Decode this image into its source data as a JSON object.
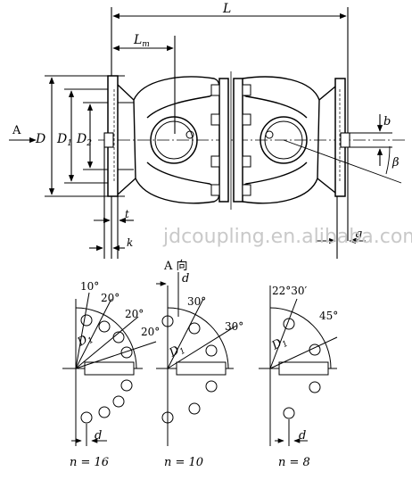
{
  "watermark": "jdcoupling.en.alibaba.com",
  "main_view": {
    "dim_L": "L",
    "dim_Lm": "Lm",
    "dim_Lm_base": "L",
    "dim_Lm_sub": "m",
    "dim_D": "D",
    "dim_D1": "D1",
    "dim_D1_base": "D",
    "dim_D1_sub": "1",
    "dim_D2": "D2",
    "dim_D2_base": "D",
    "dim_D2_sub": "2",
    "dim_t": "t",
    "dim_k": "k",
    "dim_b": "b",
    "dim_beta": "β",
    "dim_g": "g",
    "view_arrow_label": "A"
  },
  "direction_label": "A 向",
  "flange_views": [
    {
      "n_label": "n = 16",
      "angles": [
        "10°",
        "20°",
        "20°",
        "20°"
      ],
      "pcd_label": "D1",
      "pcd_base": "D",
      "pcd_sub": "1",
      "hole_label": "d"
    },
    {
      "n_label": "n = 10",
      "angles": [
        "30°",
        "30°"
      ],
      "pcd_label": "D1",
      "pcd_base": "D",
      "pcd_sub": "1",
      "hole_label": "d"
    },
    {
      "n_label": "n = 8",
      "angles": [
        "22°30′",
        "45°"
      ],
      "pcd_label": "D1",
      "pcd_base": "D",
      "pcd_sub": "1",
      "hole_label": "d"
    }
  ]
}
